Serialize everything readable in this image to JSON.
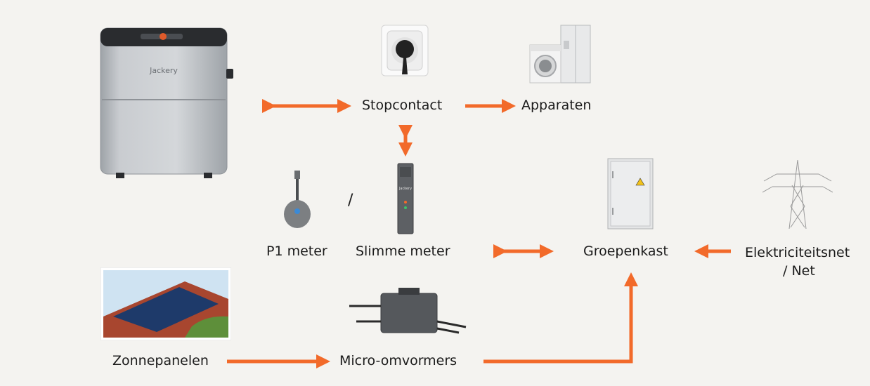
{
  "colors": {
    "arrow": "#f26a2a",
    "background": "#f4f3f0"
  },
  "labels": {
    "stopcontact": "Stopcontact",
    "apparaten": "Apparaten",
    "p1_meter": "P1 meter",
    "slash": "/",
    "slimme_meter": "Slimme meter",
    "groepenkast": "Groepenkast",
    "elektriciteitsnet_line1": "Elektriciteitsnet",
    "elektriciteitsnet_line2": "/ Net",
    "zonnepanelen": "Zonnepanelen",
    "micro_omvormers": "Micro-omvormers"
  },
  "battery": {
    "brand": "Jackery"
  },
  "smart_meter": {
    "brand": "Jackery"
  }
}
